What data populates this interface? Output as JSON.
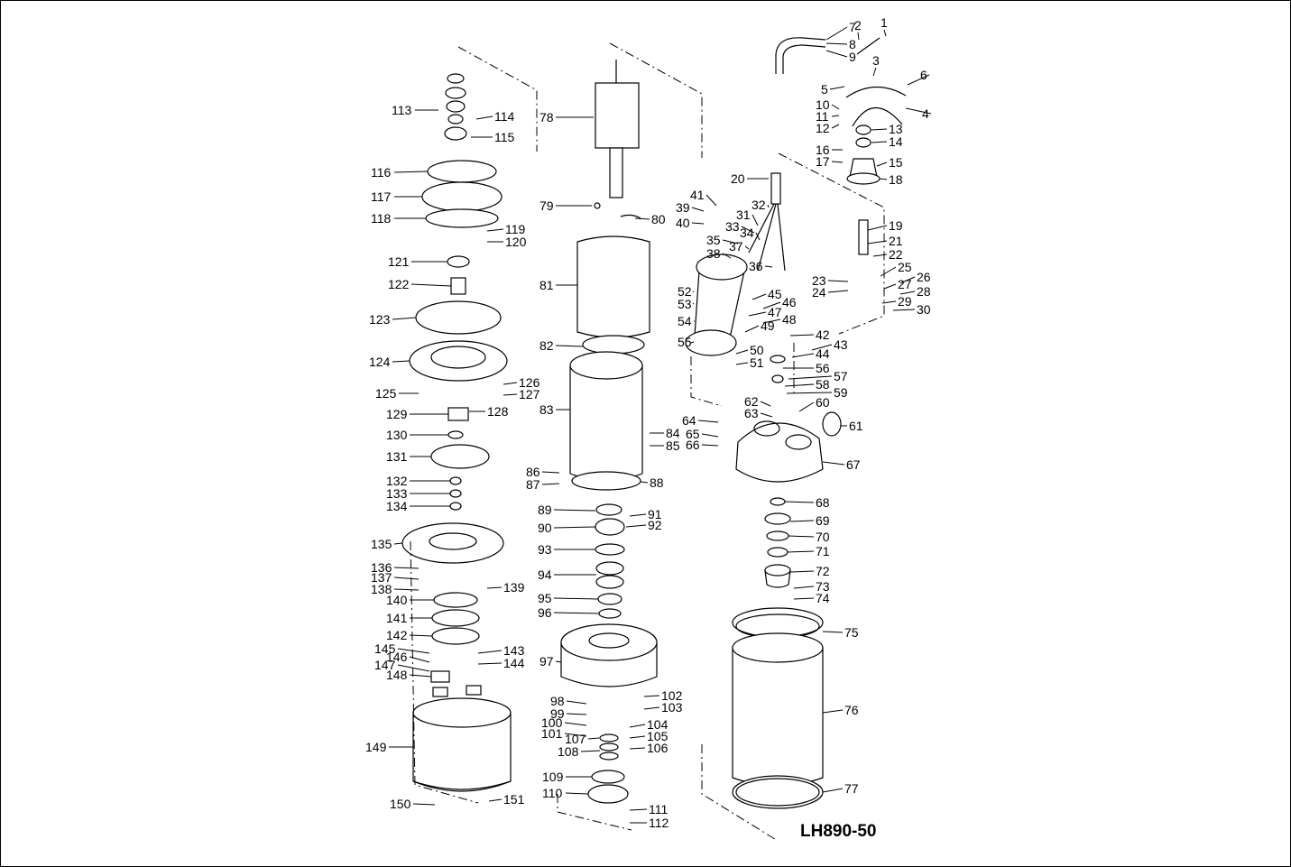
{
  "model": "LH890-50",
  "part_numbers": [
    "1",
    "2",
    "3",
    "4",
    "5",
    "6",
    "7",
    "8",
    "9",
    "10",
    "11",
    "12",
    "13",
    "14",
    "15",
    "16",
    "17",
    "18",
    "19",
    "20",
    "21",
    "22",
    "23",
    "24",
    "25",
    "26",
    "27",
    "28",
    "29",
    "30",
    "31",
    "32",
    "33",
    "34",
    "35",
    "36",
    "37",
    "38",
    "39",
    "40",
    "41",
    "42",
    "43",
    "44",
    "45",
    "46",
    "47",
    "48",
    "49",
    "50",
    "51",
    "52",
    "53",
    "54",
    "55",
    "56",
    "57",
    "58",
    "59",
    "60",
    "61",
    "62",
    "63",
    "64",
    "65",
    "66",
    "67",
    "68",
    "69",
    "70",
    "71",
    "72",
    "73",
    "74",
    "75",
    "76",
    "77",
    "78",
    "79",
    "80",
    "81",
    "82",
    "83",
    "84",
    "85",
    "86",
    "87",
    "88",
    "89",
    "90",
    "91",
    "92",
    "93",
    "94",
    "95",
    "96",
    "97",
    "98",
    "99",
    "100",
    "101",
    "102",
    "103",
    "104",
    "105",
    "106",
    "107",
    "108",
    "109",
    "110",
    "111",
    "112",
    "113",
    "114",
    "115",
    "116",
    "117",
    "118",
    "119",
    "120",
    "121",
    "122",
    "123",
    "124",
    "125",
    "126",
    "127",
    "128",
    "129",
    "130",
    "131",
    "132",
    "133",
    "134",
    "135",
    "136",
    "137",
    "138",
    "139",
    "140",
    "141",
    "142",
    "143",
    "144",
    "145",
    "146",
    "147",
    "148",
    "149",
    "150",
    "151"
  ]
}
